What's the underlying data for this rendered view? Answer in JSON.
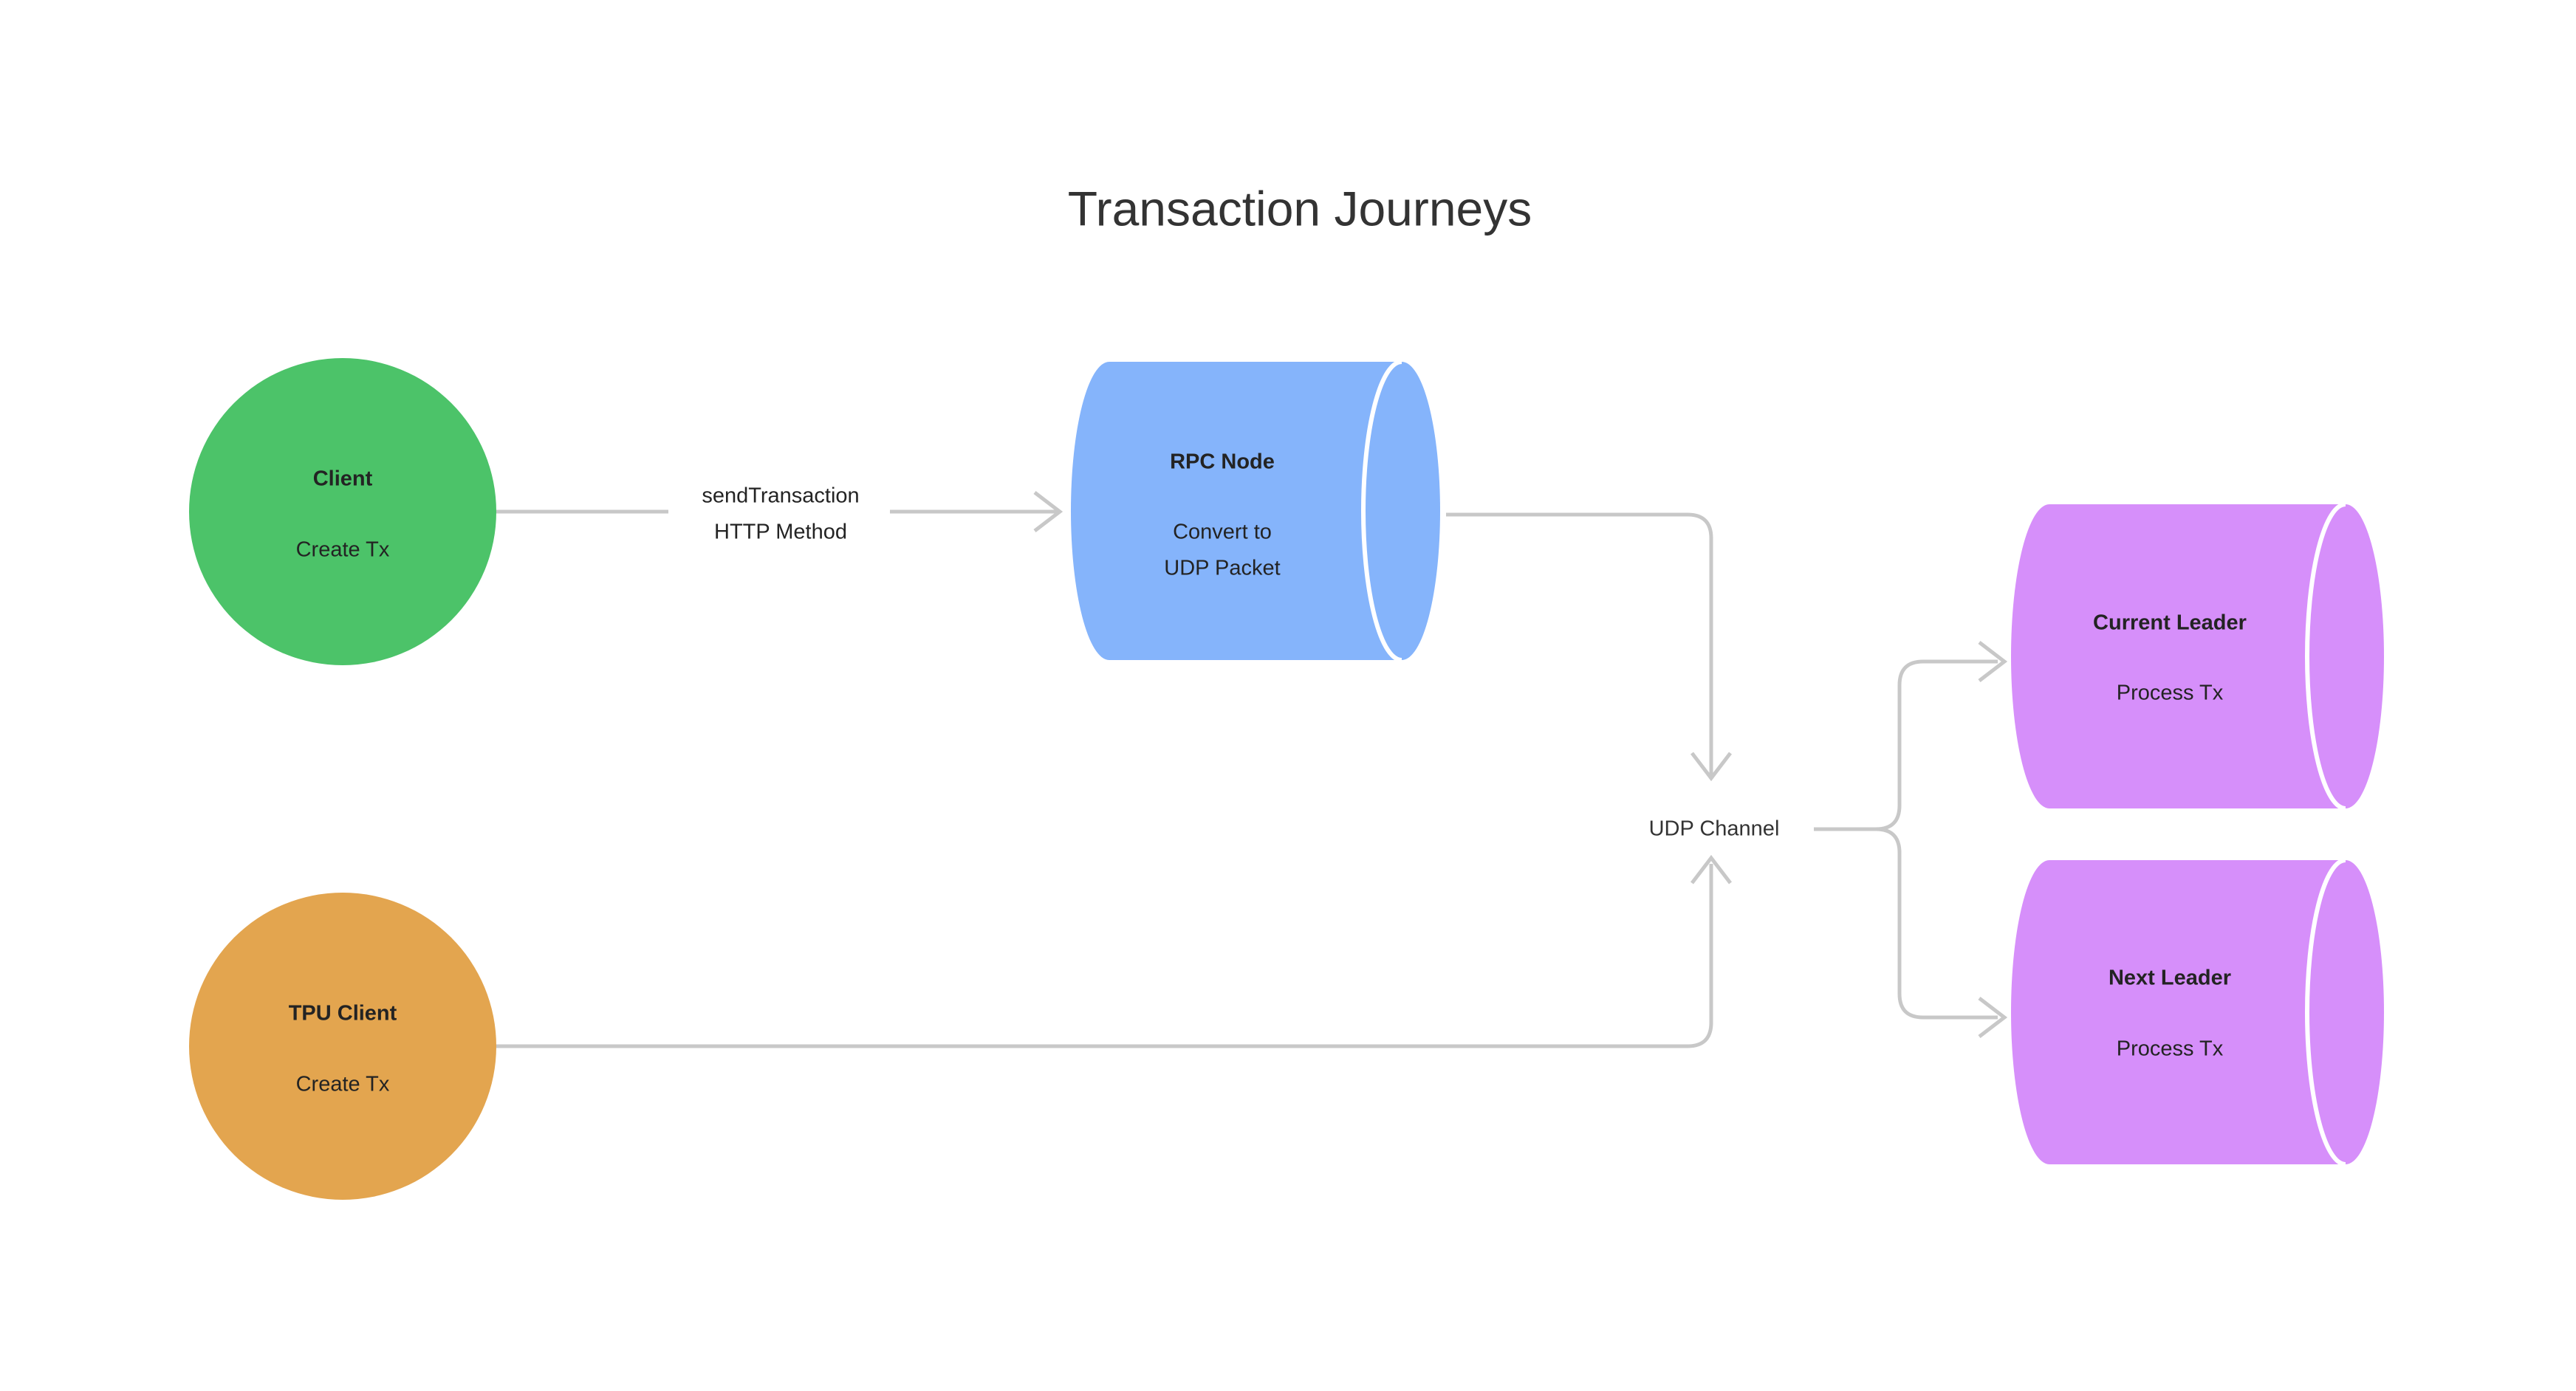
{
  "page": {
    "title": "Transaction Journeys",
    "background": "#ffffff"
  },
  "colors": {
    "title_text": "#333333",
    "node_text": "#232323",
    "edge_line": "#c8c8c8",
    "client_green": "#4cc369",
    "tpu_orange": "#e3a54f",
    "rpc_blue": "#85b4fb",
    "leader_purple": "#d68ffa",
    "cap_stroke": "#ffffff"
  },
  "nodes": {
    "client": {
      "shape": "circle",
      "title": "Client",
      "subtitle": "Create Tx",
      "color": "#4cc369"
    },
    "tpu_client": {
      "shape": "circle",
      "title": "TPU Client",
      "subtitle": "Create Tx",
      "color": "#e3a54f"
    },
    "rpc_node": {
      "shape": "cylinder",
      "title": "RPC Node",
      "subtitle_line1": "Convert to",
      "subtitle_line2": "UDP Packet",
      "color": "#85b4fb"
    },
    "current_leader": {
      "shape": "cylinder",
      "title": "Current Leader",
      "subtitle": "Process Tx",
      "color": "#d68ffa"
    },
    "next_leader": {
      "shape": "cylinder",
      "title": "Next Leader",
      "subtitle": "Process Tx",
      "color": "#d68ffa"
    }
  },
  "junctions": {
    "udp_channel": {
      "label": "UDP Channel"
    }
  },
  "edges": {
    "client_to_rpc": {
      "label_line1": "sendTransaction",
      "label_line2": "HTTP Method",
      "from": "client",
      "to": "rpc_node"
    },
    "rpc_to_udp": {
      "from": "rpc_node",
      "to": "udp_channel",
      "label": ""
    },
    "tpu_to_udp": {
      "from": "tpu_client",
      "to": "udp_channel",
      "label": ""
    },
    "udp_to_current_leader": {
      "from": "udp_channel",
      "to": "current_leader",
      "label": ""
    },
    "udp_to_next_leader": {
      "from": "udp_channel",
      "to": "next_leader",
      "label": ""
    }
  }
}
